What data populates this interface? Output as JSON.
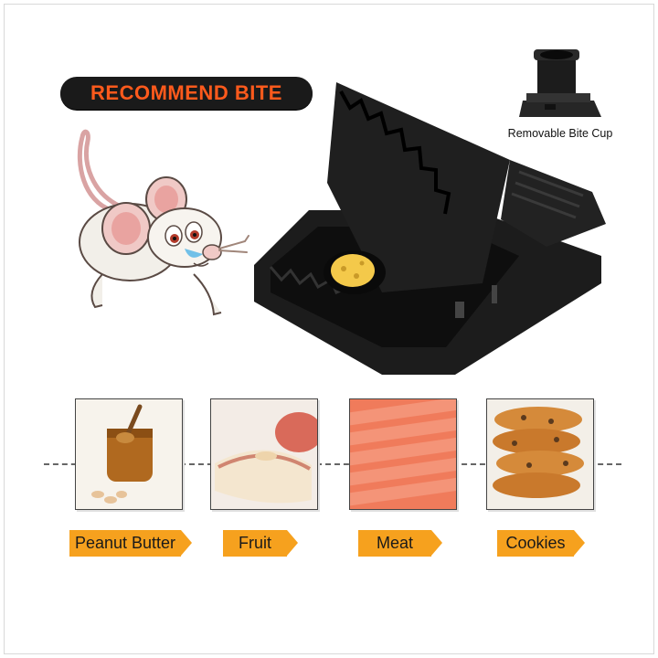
{
  "headline": "RECOMMEND BITE",
  "bite_cup_caption": "Removable Bite Cup",
  "bait_options": [
    {
      "label": "Peanut Butter",
      "icon": "peanut-butter-jar-image"
    },
    {
      "label": "Fruit",
      "icon": "apple-slice-image"
    },
    {
      "label": "Meat",
      "icon": "sausage-image"
    },
    {
      "label": "Cookies",
      "icon": "cookie-stack-image"
    }
  ],
  "colors": {
    "headline_text": "#ff5a1c",
    "headline_bg": "#1a1a1a",
    "label_bg": "#f6a11e",
    "trap_body": "#1c1c1c",
    "cheese": "#f4c94a"
  }
}
